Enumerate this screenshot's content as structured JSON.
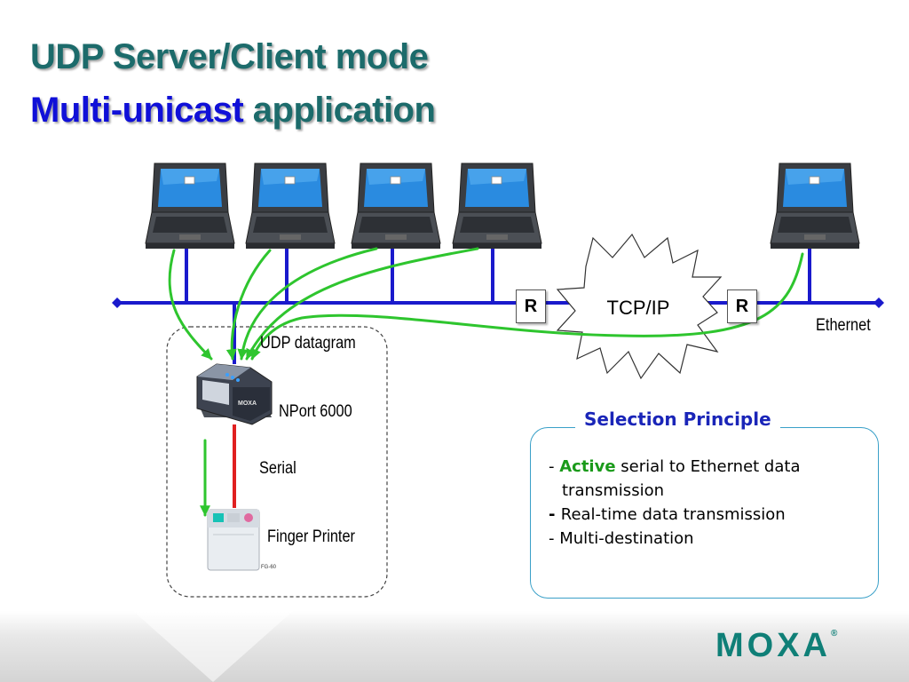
{
  "title": {
    "line1": "UDP Server/Client mode",
    "line2_highlight": "Multi-unicast",
    "line2_rest": " application"
  },
  "network": {
    "cloud_label": "TCP/IP",
    "router_label": "R",
    "ethernet_label": "Ethernet",
    "udp_label": "UDP datagram",
    "device_label": "NPort 6000",
    "serial_label": "Serial",
    "printer_label": "Finger Printer",
    "device_brand": "MOXA",
    "printer_model": "FG-60"
  },
  "selection": {
    "title": "Selection Principle",
    "items": [
      {
        "dash": "- ",
        "highlight": "Active",
        "text": " serial to Ethernet data",
        "continuation": "transmission"
      },
      {
        "dash": "- ",
        "text": "Real-time data transmission"
      },
      {
        "dash": "- ",
        "text": "Multi-destination"
      }
    ]
  },
  "colors": {
    "title": "#1c6b6b",
    "title_highlight": "#1010d8",
    "bus": "#1a1acc",
    "arrow": "#2ec52e",
    "serial_line": "#e02020",
    "panel_border": "#3aa0c8",
    "panel_title": "#1a25b8"
  },
  "logo": {
    "text": "MOXA",
    "mark": "®"
  }
}
